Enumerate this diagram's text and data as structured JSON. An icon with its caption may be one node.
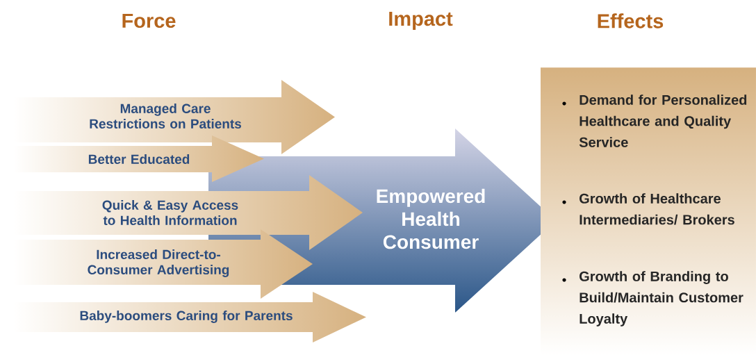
{
  "diagram": {
    "labels": [
      "Force",
      "Impact",
      "Effects"
    ],
    "nodes": [
      {
        "text": [
          "Managed Care Restrictions on Patients"
        ]
      },
      {
        "text": [
          "Better Educated"
        ]
      },
      {
        "text": [
          "Quick & Easy Access to Health Information"
        ]
      },
      {
        "text": [
          "Increased Direct-to-Consumer Advertising"
        ]
      },
      {
        "text": [
          "Baby-boomers Caring for Parents"
        ]
      },
      {
        "text": [
          "Empowered Health Consumer"
        ]
      },
      {
        "text": [
          "Demand for Personalized Healthcare and Quality Service",
          "Growth of Healthcare Intermediaries/ Brokers",
          "Growth of Branding to Build/Maintain Customer Loyalty"
        ]
      }
    ]
  }
}
